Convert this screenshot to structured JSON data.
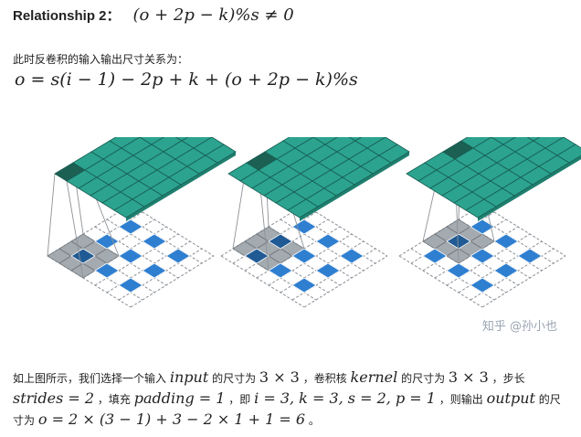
{
  "relationship": {
    "label": "Relationship 2：",
    "condition": "(o + 2p − k)%s ≠ 0"
  },
  "intro_text": "此时反卷积的输入输出尺寸关系为：",
  "formula": "o = s(i − 1) − 2p + k + (o + 2p − k)%s",
  "diagram": {
    "panels": 3,
    "output_grid": 6,
    "input_grid": 7,
    "input_cells_active": 3,
    "colors": {
      "output_top": "#2ba38f",
      "output_side": "#1f7f6f",
      "output_highlight": "#1c5f53",
      "grid_line": "#185e53",
      "input_fill": "#2f7fd1",
      "input_dark": "#1f5a94",
      "kernel_gray": "#9aa1a8",
      "dashed": "#8a8f96"
    }
  },
  "watermark": "知乎 @孙小也",
  "paragraph": {
    "p1": "如上图所示，我们选择一个输入",
    "input": "input",
    "p2": "的尺寸为",
    "size1": "3 × 3",
    "p3": "，卷积核",
    "kernel": "kernel",
    "p4": "的尺寸为",
    "size2": "3 × 3",
    "p5": "，步长",
    "strides": "strides = 2",
    "p6": "，填充",
    "padding": "padding = 1",
    "p7": "，即",
    "values": "i = 3, k = 3, s = 2, p = 1",
    "p8": "，则输出",
    "output": "output",
    "p9": "的尺寸为",
    "result": "o = 2 × (3 − 1) + 3 − 2 × 1 + 1 = 6",
    "p10": "。"
  }
}
